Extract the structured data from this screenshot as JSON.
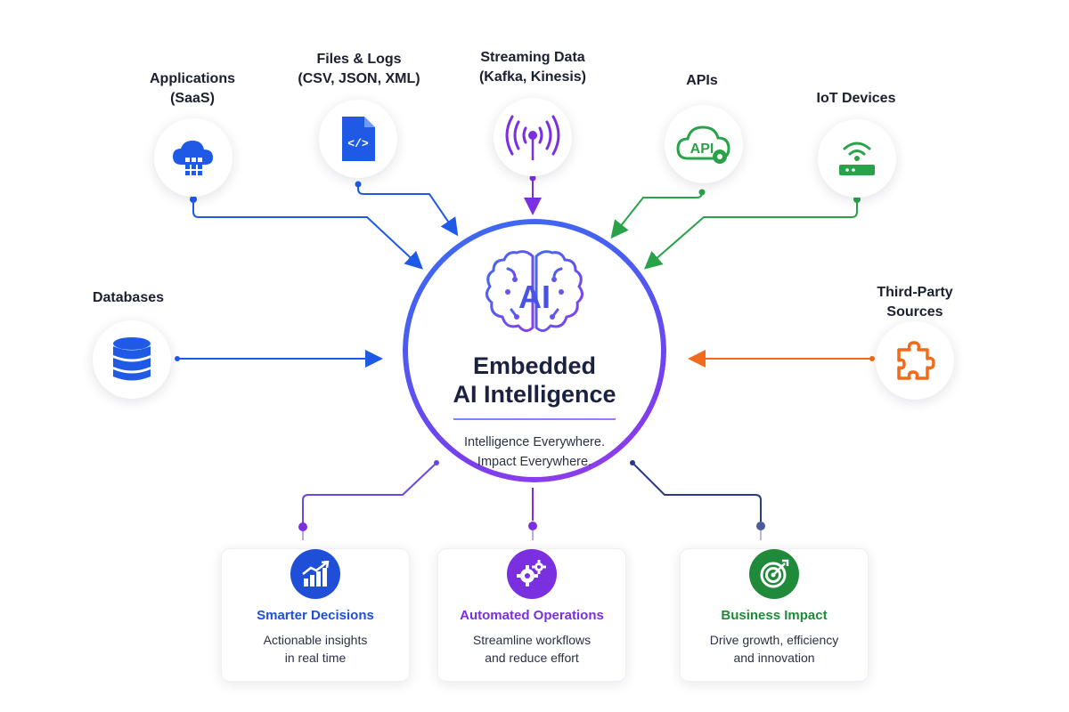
{
  "sources": {
    "applications": {
      "line1": "Applications",
      "line2": "(SaaS)",
      "icon": "cloud-app-icon",
      "color": "#1f5ae6"
    },
    "files": {
      "line1": "Files & Logs",
      "line2": "(CSV, JSON, XML)",
      "icon": "code-file-icon",
      "color": "#1f5ae6"
    },
    "streaming": {
      "line1": "Streaming Data",
      "line2": "(Kafka, Kinesis)",
      "icon": "broadcast-antenna-icon",
      "color": "#7a2fe0"
    },
    "apis": {
      "line1": "APIs",
      "icon": "api-cloud-gear-icon",
      "icon_text": "API",
      "color": "#2aa24a"
    },
    "iot": {
      "line1": "IoT Devices",
      "icon": "wifi-router-icon",
      "color": "#2aa24a"
    },
    "databases": {
      "line1": "Databases",
      "icon": "database-icon",
      "color": "#1f5ae6"
    },
    "third_party": {
      "line1": "Third-Party",
      "line2": "Sources",
      "icon": "puzzle-piece-icon",
      "color": "#f26a1b"
    }
  },
  "hub": {
    "icon_text": "AI",
    "icon": "ai-brain-icon",
    "title_line1": "Embedded",
    "title_line2": "AI Intelligence",
    "tagline1": "Intelligence Everywhere.",
    "tagline2": "Impact Everywhere."
  },
  "outcomes": [
    {
      "title": "Smarter Decisions",
      "desc1": "Actionable insights",
      "desc2": "in real time",
      "icon": "growth-chart-icon",
      "color": "#1f4fd8"
    },
    {
      "title": "Automated Operations",
      "desc1": "Streamline workflows",
      "desc2": "and reduce effort",
      "icon": "gears-icon",
      "color": "#7a2fe0"
    },
    {
      "title": "Business Impact",
      "desc1": "Drive growth, efficiency",
      "desc2": "and innovation",
      "icon": "target-icon",
      "color": "#1f8a3a"
    }
  ]
}
